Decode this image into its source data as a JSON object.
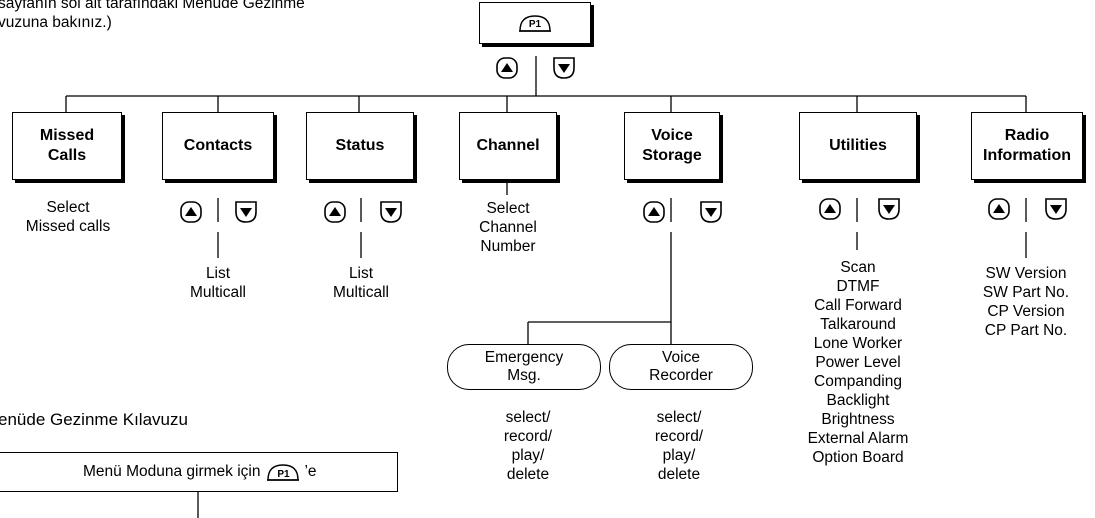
{
  "intro_note": "sayfanın sol alt tarafındaki Menüde Gezinme\nvuzuna bakınız.)",
  "root_key": "P1",
  "menus": [
    {
      "id": "missed-calls",
      "label": "Missed\nCalls",
      "detail": "Select\nMissed calls"
    },
    {
      "id": "contacts",
      "label": "Contacts",
      "detail": "List\nMulticall"
    },
    {
      "id": "status",
      "label": "Status",
      "detail": "List\nMulticall"
    },
    {
      "id": "channel",
      "label": "Channel",
      "detail": "Select\nChannel\nNumber"
    },
    {
      "id": "voice-storage",
      "label": "Voice\nStorage",
      "detail": ""
    },
    {
      "id": "utilities",
      "label": "Utilities",
      "detail": "Scan\nDTMF\nCall Forward\nTalkaround\nLone Worker\nPower Level\nCompanding\nBacklight\nBrightness\nExternal Alarm\nOption Board"
    },
    {
      "id": "radio-information",
      "label": "Radio\nInformation",
      "detail": "SW Version\nSW Part No.\nCP Version\nCP Part No."
    }
  ],
  "voice_submenus": [
    {
      "id": "emergency-msg",
      "label": "Emergency\nMsg.",
      "detail": "select/\nrecord/\nplay/\ndelete"
    },
    {
      "id": "voice-recorder",
      "label": "Voice\nRecorder",
      "detail": "select/\nrecord/\nplay/\ndelete"
    }
  ],
  "guide_title": "enüde Gezinme Kılavuzu",
  "guide_text_before": "Menü Moduna girmek için",
  "guide_key": "P1",
  "guide_text_after": "’e"
}
